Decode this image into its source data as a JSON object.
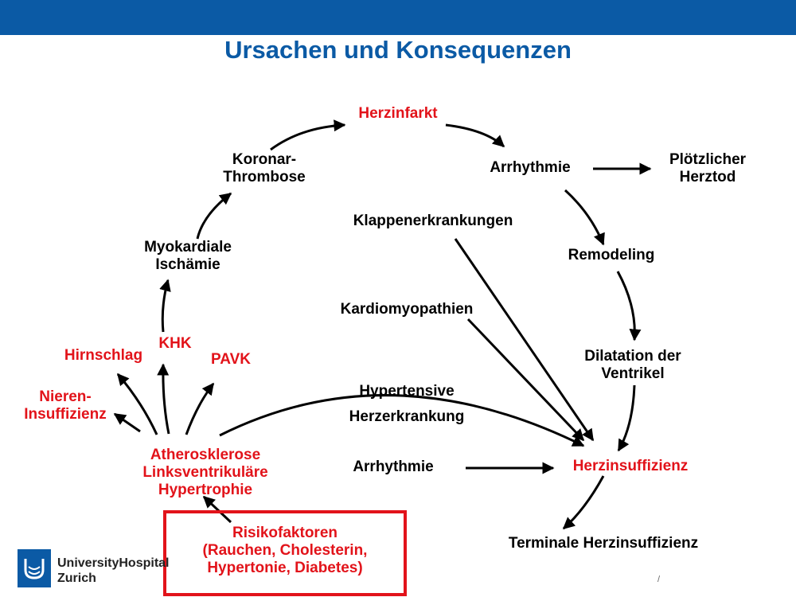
{
  "slide": {
    "title": "Ursachen und Konsequenzen",
    "page_number": "/"
  },
  "colors": {
    "header_bar": "#0b5aa5",
    "title": "#0b5aa5",
    "highlight": "#e2131a",
    "text": "#000000"
  },
  "nodes": {
    "herzinfarkt": "Herzinfarkt",
    "arrhythmie_top": "Arrhythmie",
    "ploetzlicher_herztod": [
      "Plötzlicher",
      "Herztod"
    ],
    "koronar_thrombose": [
      "Koronar-",
      "Thrombose"
    ],
    "klappenerkrankungen": "Klappenerkrankungen",
    "remodeling": "Remodeling",
    "myokardiale_ischaemie": [
      "Myokardiale",
      "Ischämie"
    ],
    "kardiomyopathien": "Kardiomyopathien",
    "khk": "KHK",
    "hirnschlag": "Hirnschlag",
    "pavk": "PAVK",
    "dilatation": [
      "Dilatation der",
      "Ventrikel"
    ],
    "nieren_insuffizienz": [
      "Nieren-",
      "Insuffizienz"
    ],
    "hypertensive": [
      "Hypertensive",
      "Herzerkrankung"
    ],
    "atherosklerose": [
      "Atherosklerose",
      "Linksventrikuläre",
      "Hypertrophie"
    ],
    "arrhythmie_bottom": "Arrhythmie",
    "herzinsuffizienz": "Herzinsuffizienz",
    "risikofaktoren": [
      "Risikofaktoren",
      "(Rauchen, Cholesterin,",
      "Hypertonie, Diabetes)"
    ],
    "terminale": "Terminale Herzinsuffizienz"
  },
  "logo": {
    "icon": "university-hospital-logo-icon",
    "line1": "UniversityHospital",
    "line2": "Zurich"
  }
}
